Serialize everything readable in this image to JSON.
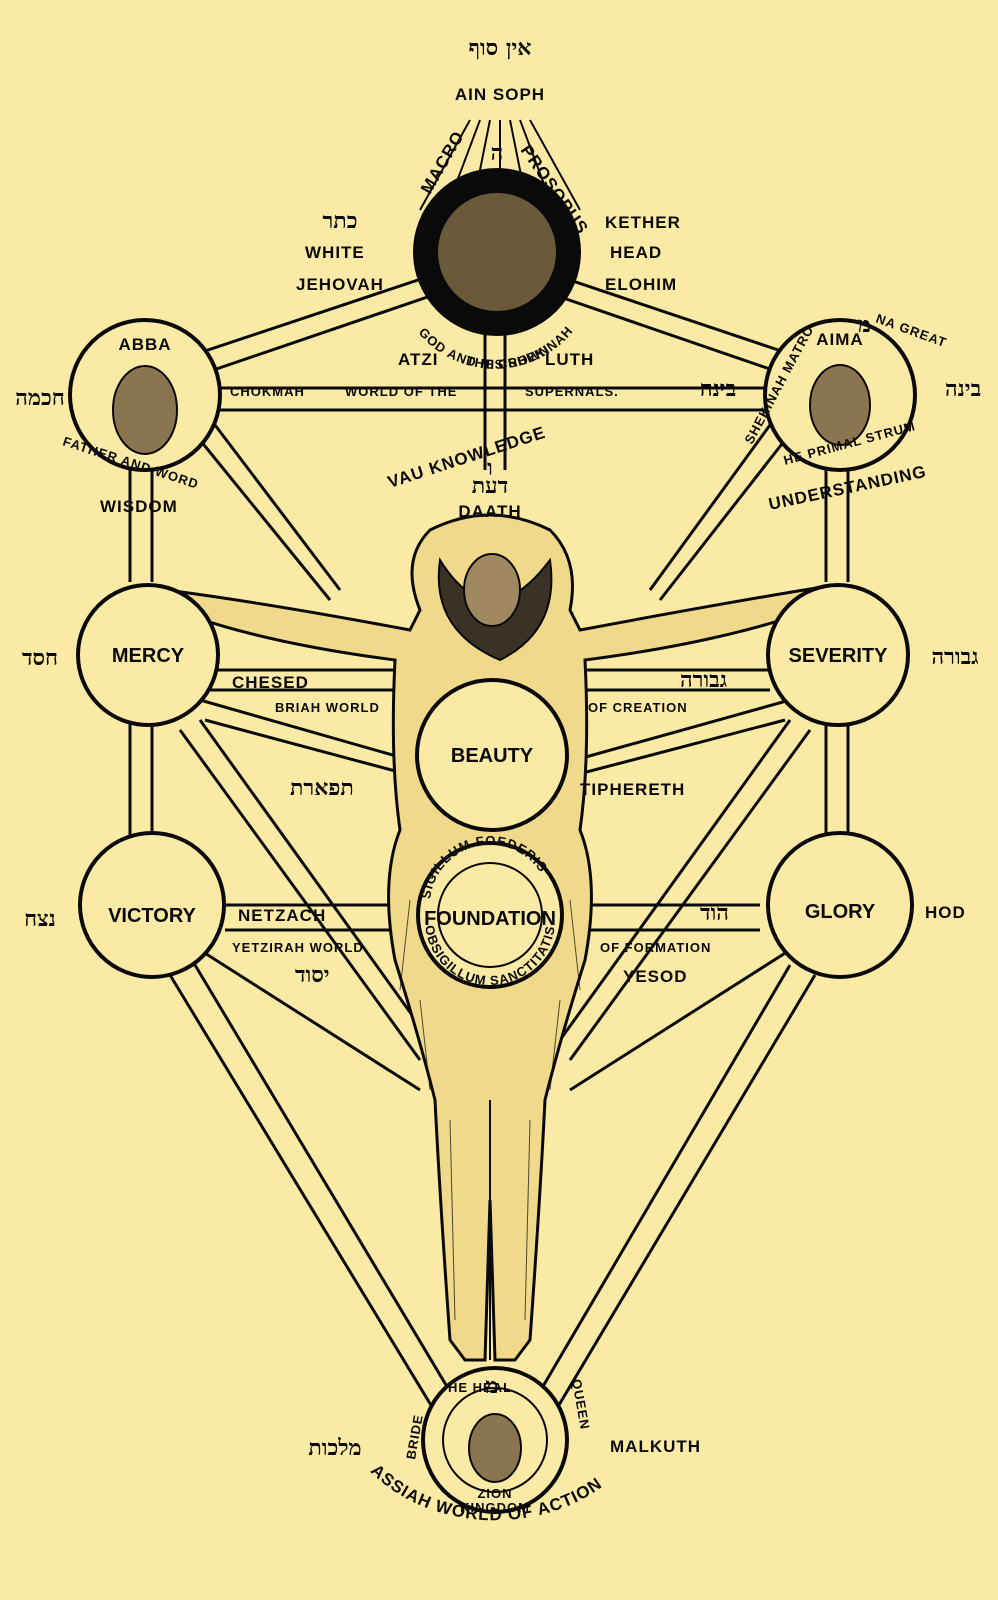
{
  "top": {
    "hebrew": "אין סוף",
    "title": "AIN SOPH",
    "heh": "ה",
    "macro": "MACRO",
    "prosopus": "PROSOPUS"
  },
  "kether": {
    "hebrew": "כתר",
    "white": "WHITE",
    "jehovah": "JEHOVAH",
    "name": "KETHER",
    "head": "HEAD",
    "elohim": "ELOHIM",
    "crown": "THE CROWN",
    "shekinah": "GOD AND HIS SHEKINAH"
  },
  "atziluth": {
    "atzi": "ATZI",
    "luth": "LUTH",
    "chokmah": "CHOKMAH",
    "world": "WORLD OF THE",
    "supernals": "SUPERNALS."
  },
  "chokmah": {
    "hebrew": "חכמה",
    "abba": "ABBA",
    "father": "FATHER AND WORD",
    "wisdom": "WISDOM"
  },
  "binah": {
    "hebrew": "בינה",
    "hebrew_right": "בינה",
    "aima": "AIMA",
    "shekinah": "SHEKINAH MATRO",
    "mem": "מ",
    "great": "NA GREAT",
    "primal": "HE PRIMAL STRUM",
    "understanding": "UNDERSTANDING"
  },
  "daath": {
    "vau": "VAU KNOWLEDGE",
    "vav": "ו",
    "hebrew": "דעת",
    "name": "DAATH"
  },
  "chesed": {
    "hebrew": "חסד",
    "node": "MERCY",
    "name": "CHESED",
    "world": "BRIAH WORLD"
  },
  "geburah": {
    "hebrew": "גבורה",
    "hebrew_right": "גבורה",
    "node": "SEVERITY",
    "creation": "OF CREATION"
  },
  "tiphereth": {
    "hebrew": "תפארת",
    "node": "BEAUTY",
    "name": "TIPHERETH"
  },
  "netzach": {
    "hebrew": "נצח",
    "node": "VICTORY",
    "name": "NETZACH",
    "world": "YETZIRAH WORLD"
  },
  "hod": {
    "hebrew": "הוד",
    "node": "GLORY",
    "name": "HOD",
    "formation": "OF FORMATION",
    "yesod": "YESOD"
  },
  "yesod": {
    "hebrew": "יסוד",
    "node": "FOUNDATION",
    "sigillum": "SIGILLUM FOEDERIS",
    "sanctitatis": "OBSIGILLUM SANCTITATIS"
  },
  "malkuth": {
    "hebrew": "מלכות",
    "name": "MALKUTH",
    "bride": "BRIDE",
    "queen": "QUEEN",
    "inner": "HE HEAL",
    "mem": "מ",
    "zion": "ZION",
    "kingdom": "KINGDOM",
    "assiah": "ASSIAH WORLD OF ACTION"
  },
  "colors": {
    "background": "#fbeaa6",
    "ink": "#0a0a0a"
  }
}
